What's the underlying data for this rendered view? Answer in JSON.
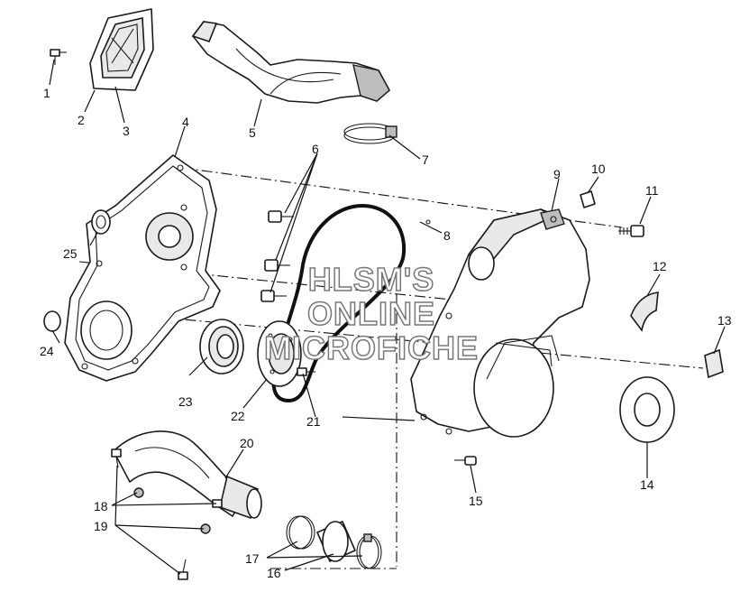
{
  "watermark": {
    "line1": "HLSM'S",
    "line2": "ONLINE",
    "line3": "MICROFICHE"
  },
  "callouts": [
    "1",
    "2",
    "3",
    "4",
    "5",
    "6",
    "7",
    "8",
    "9",
    "10",
    "11",
    "12",
    "13",
    "14",
    "15",
    "16",
    "17",
    "18",
    "19",
    "20",
    "21",
    "22",
    "23",
    "24",
    "25"
  ]
}
